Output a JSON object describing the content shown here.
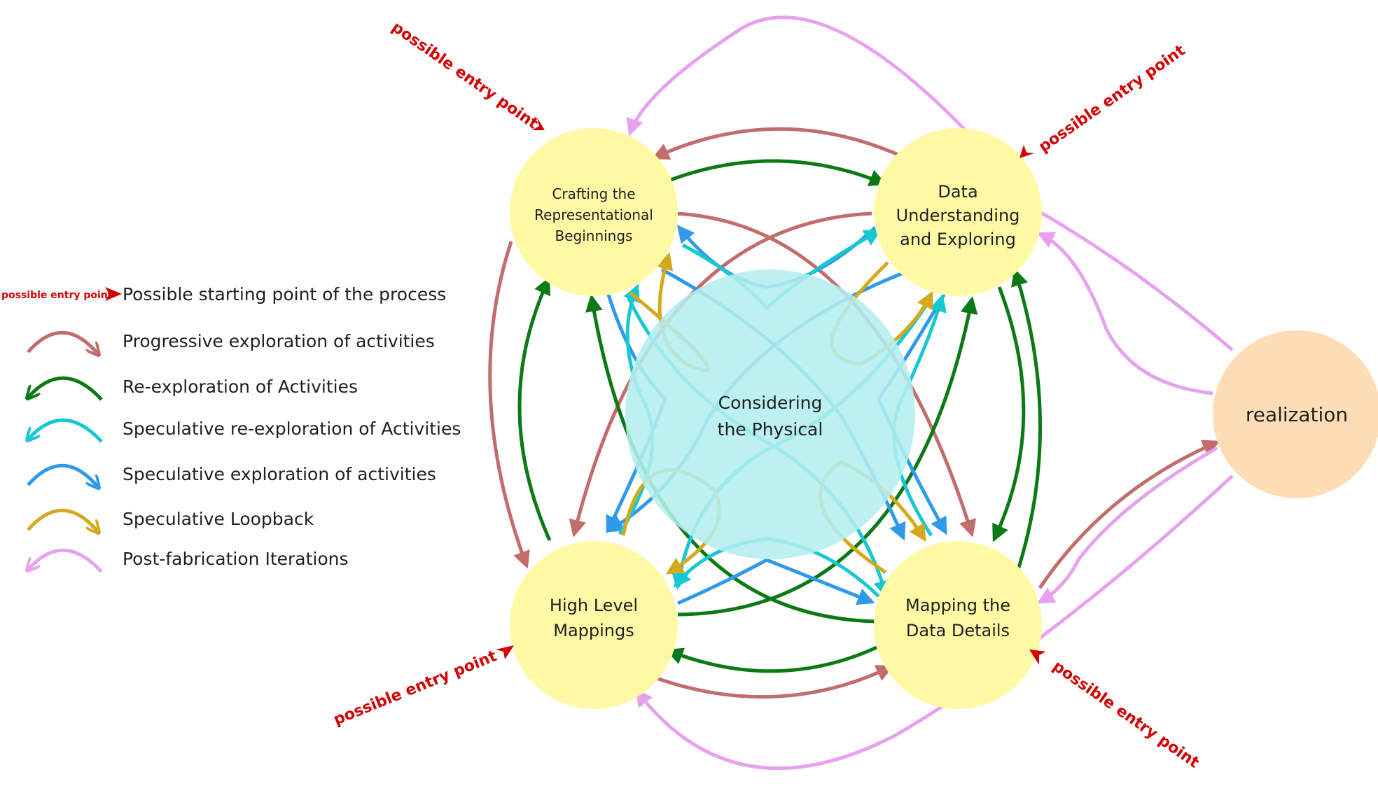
{
  "colors": {
    "progressive": "#c26c6c",
    "reexploration": "#0b7a16",
    "speculative_reexploration": "#15c8d2",
    "speculative_exploration": "#2f9aea",
    "speculative_loopback": "#d4a91c",
    "post_fabrication": "#e6a2ef",
    "entry": "#d40000",
    "activity_node": "#fff9a6",
    "physical_node": "#b4eeee",
    "realization_node": "#fdddb6"
  },
  "legend": {
    "entry": {
      "tag": "possible entry point",
      "label": "Possible starting point of the process"
    },
    "items": [
      {
        "key": "progressive",
        "label": "Progressive exploration of activities",
        "direction": "right"
      },
      {
        "key": "reexploration",
        "label": "Re-exploration of Activities",
        "direction": "left"
      },
      {
        "key": "speculative_reexploration",
        "label": "Speculative re-exploration of Activities",
        "direction": "left"
      },
      {
        "key": "speculative_exploration",
        "label": "Speculative exploration of activities",
        "direction": "right"
      },
      {
        "key": "speculative_loopback",
        "label": "Speculative Loopback",
        "direction": "right"
      },
      {
        "key": "post_fabrication",
        "label": "Post-fabrication Iterations",
        "direction": "left"
      }
    ]
  },
  "nodes": {
    "crafting": {
      "lines": [
        "Crafting the",
        "Representational",
        "Beginnings"
      ]
    },
    "data": {
      "lines": [
        "Data",
        "Understanding",
        "and Exploring"
      ]
    },
    "high_level": {
      "lines": [
        "High Level",
        "Mappings"
      ]
    },
    "mapping": {
      "lines": [
        "Mapping the",
        "Data Details"
      ]
    },
    "physical": {
      "lines": [
        "Considering",
        "the Physical"
      ]
    },
    "realization": {
      "lines": [
        "realization"
      ]
    }
  },
  "entry_points": [
    {
      "target": "crafting",
      "label": "possible entry point"
    },
    {
      "target": "data",
      "label": "possible entry point"
    },
    {
      "target": "high_level",
      "label": "possible entry point"
    },
    {
      "target": "mapping",
      "label": "possible entry point"
    }
  ]
}
